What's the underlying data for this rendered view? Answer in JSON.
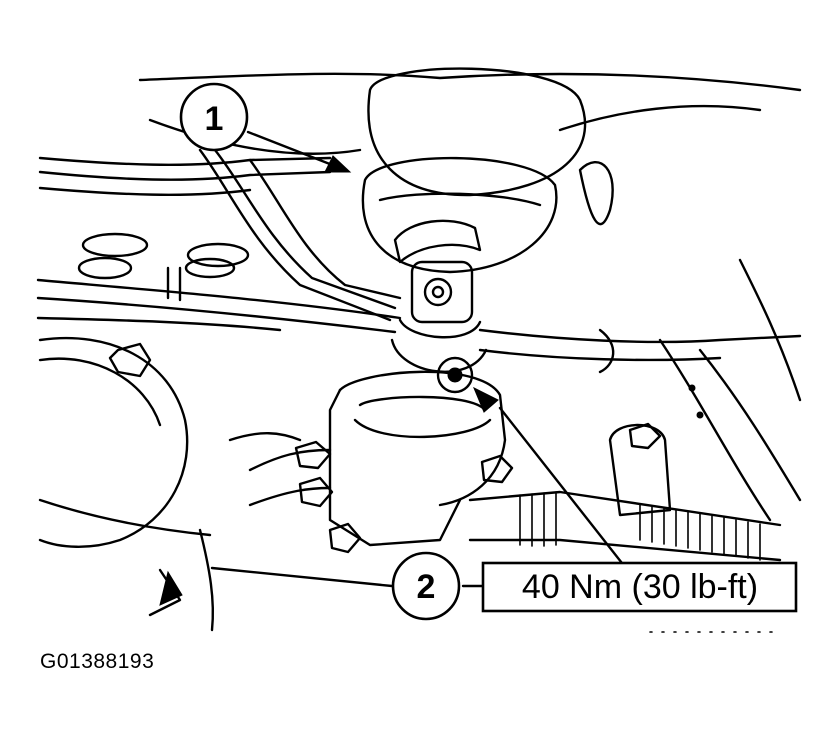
{
  "figure": {
    "id_label": "G01388193"
  },
  "callouts": [
    {
      "number": "1"
    },
    {
      "number": "2",
      "spec": "40 Nm (30 lb-ft)"
    }
  ]
}
